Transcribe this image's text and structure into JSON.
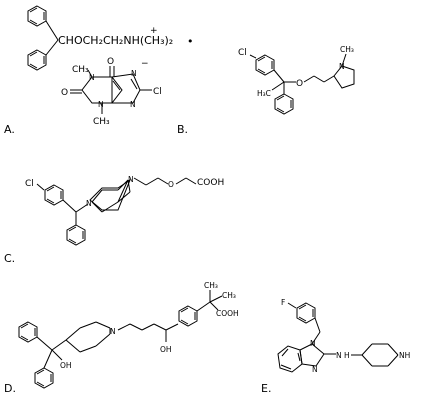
{
  "options": [
    {
      "letter": "A.",
      "labels": {
        "chain": "CHOCH₂CH₂NH(CH₃)₂",
        "plus": "+",
        "dot": "•",
        "me1": "CH₃",
        "me3": "CH₃",
        "cl": "Cl",
        "n1": "N",
        "n3": "N",
        "n7": "N",
        "n9": "N",
        "o6": "O",
        "o2": "O",
        "minus": "−"
      }
    },
    {
      "letter": "B.",
      "labels": {
        "cl": "Cl",
        "o": "O",
        "h3c": "H₃C",
        "n": "N",
        "ch3": "CH₃"
      }
    },
    {
      "letter": "C.",
      "labels": {
        "cl": "Cl",
        "n1": "N",
        "n2": "N",
        "o": "O",
        "cooh": "COOH"
      }
    },
    {
      "letter": "D.",
      "labels": {
        "n": "N",
        "oh1": "OH",
        "oh2": "OH",
        "ch3a": "CH₃",
        "ch3b": "CH₃",
        "cooh": "COOH"
      }
    },
    {
      "letter": "E.",
      "labels": {
        "f": "F",
        "n1": "N",
        "n3": "N",
        "nh": "N",
        "h": "H",
        "nh2": "NH"
      }
    }
  ]
}
